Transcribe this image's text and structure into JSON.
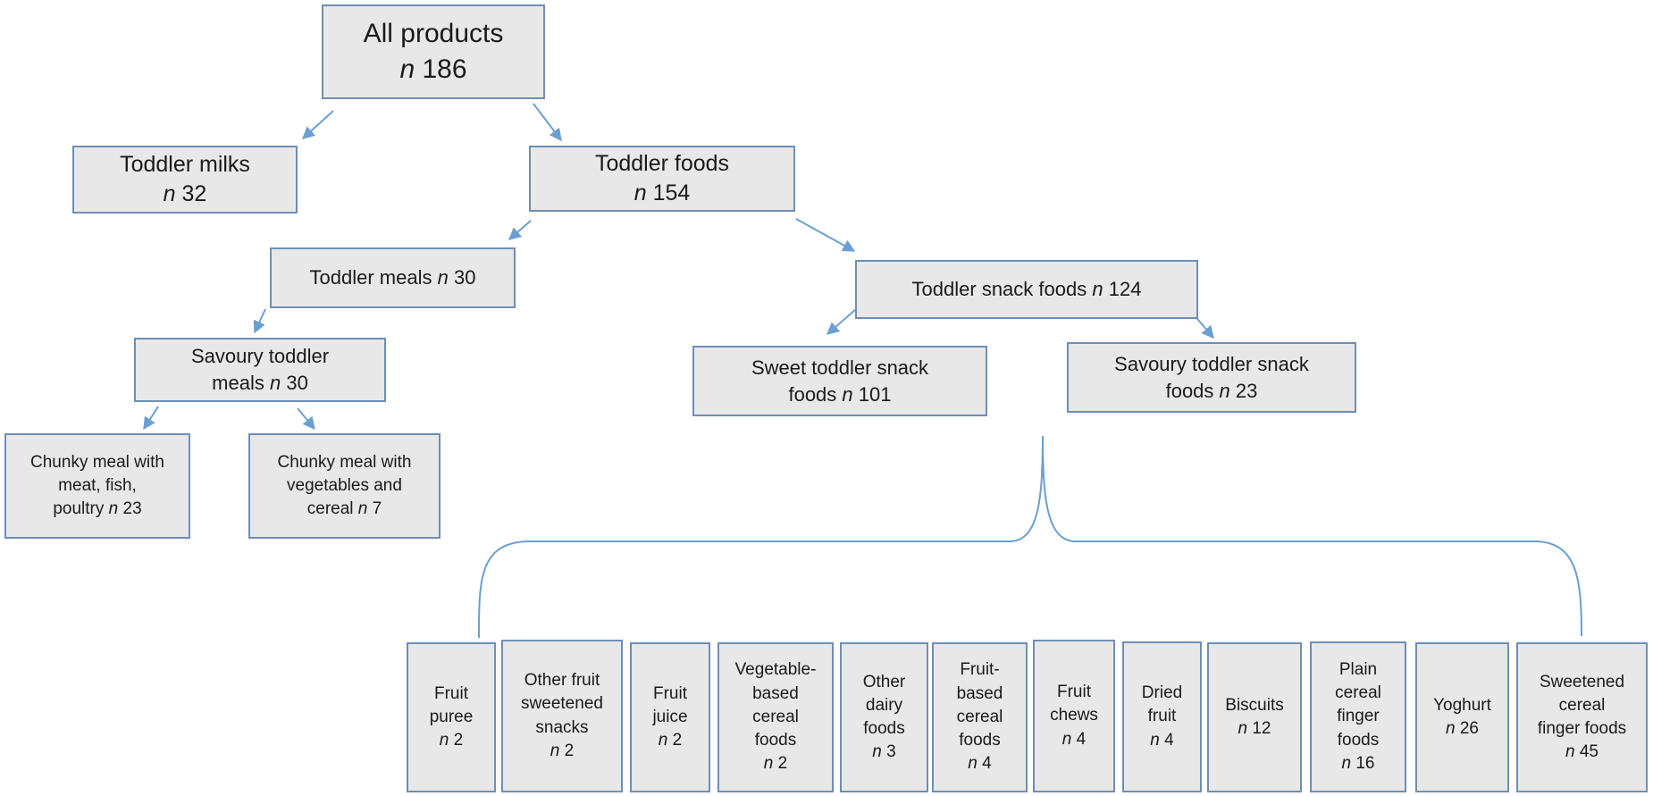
{
  "diagram": {
    "root": {
      "label": "All products",
      "n": "186"
    },
    "toddler_milks": {
      "label": "Toddler milks",
      "n": "32"
    },
    "toddler_foods": {
      "label": "Toddler foods",
      "n": "154"
    },
    "toddler_meals": {
      "label": "Toddler meals",
      "n": "30"
    },
    "toddler_snack_foods": {
      "label": "Toddler snack foods",
      "n": "124"
    },
    "savoury_toddler_meals": {
      "label_line1": "Savoury toddler",
      "label_line2": "meals",
      "n": "30"
    },
    "sweet_toddler_snack_foods": {
      "label_line1": "Sweet toddler snack",
      "label_line2": "foods",
      "n": "101"
    },
    "savoury_toddler_snack_foods": {
      "label_line1": "Savoury toddler snack",
      "label_line2": "foods",
      "n": "23"
    },
    "chunky_meal_meat": {
      "label_lines": [
        "Chunky meal with",
        "meat, fish,"
      ],
      "last_line": "poultry",
      "n": "23"
    },
    "chunky_meal_veg": {
      "label_lines": [
        "Chunky meal with",
        "vegetables and"
      ],
      "last_line": "cereal",
      "n": "7"
    },
    "categories": [
      {
        "lines": [
          "Fruit",
          "puree"
        ],
        "n": "2"
      },
      {
        "lines": [
          "Other fruit",
          "sweetened",
          "snacks"
        ],
        "n": "2"
      },
      {
        "lines": [
          "Fruit",
          "juice"
        ],
        "n": "2"
      },
      {
        "lines": [
          "Vegetable-",
          "based",
          "cereal",
          "foods"
        ],
        "n": "2"
      },
      {
        "lines": [
          "Other",
          "dairy",
          "foods"
        ],
        "n": "3"
      },
      {
        "lines": [
          "Fruit-",
          "based",
          "cereal",
          "foods"
        ],
        "n": "4"
      },
      {
        "lines": [
          "Fruit",
          "chews"
        ],
        "n": "4"
      },
      {
        "lines": [
          "Dried",
          "fruit"
        ],
        "n": "4"
      },
      {
        "lines": [
          "Biscuits"
        ],
        "n": "12"
      },
      {
        "lines": [
          "Plain",
          "cereal",
          "finger",
          "foods"
        ],
        "n": "16"
      },
      {
        "lines": [
          "Yoghurt"
        ],
        "n": "26"
      },
      {
        "lines": [
          "Sweetened",
          "cereal",
          "finger foods"
        ],
        "n": "45"
      }
    ],
    "n_symbol": "n",
    "colors": {
      "box_fill": "#e8e8e8",
      "box_border": "#6e8fb5",
      "arrow": "#6a9fd2",
      "text": "#1a1a1a"
    }
  }
}
